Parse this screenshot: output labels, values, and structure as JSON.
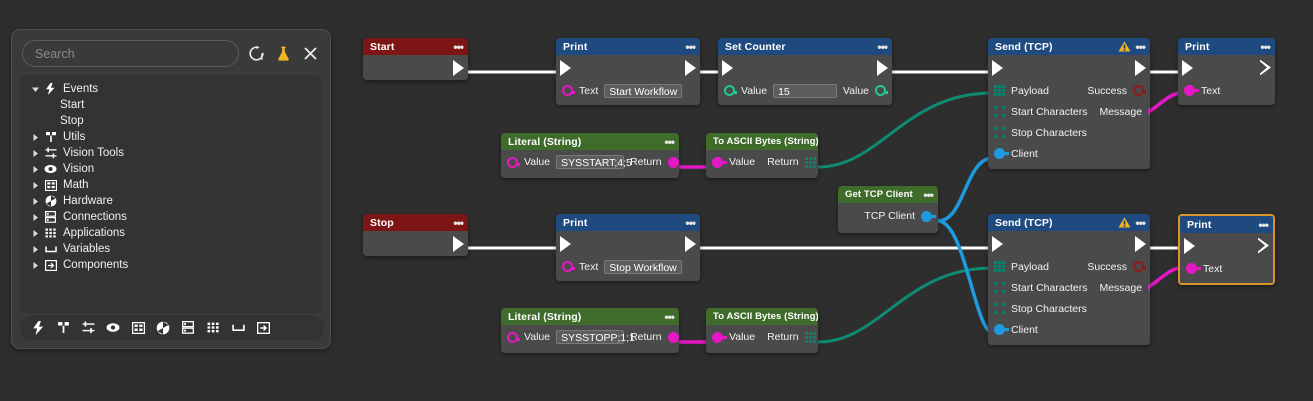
{
  "app": {
    "canvas_bg": "#2e2e2e",
    "accent_selection": "#d8932a"
  },
  "palette": {
    "search": {
      "placeholder": "Search",
      "value": ""
    },
    "header_icons": [
      {
        "name": "refresh-alert-icon",
        "label": "Reload"
      },
      {
        "name": "flask-icon",
        "label": "Experimental",
        "color": "#f0b323"
      },
      {
        "name": "close-icon",
        "label": "Close"
      }
    ],
    "tree": [
      {
        "label": "Events",
        "icon": "bolt-icon",
        "expanded": true,
        "depth": 0
      },
      {
        "label": "Start",
        "icon": "none",
        "leaf": true,
        "depth": 1
      },
      {
        "label": "Stop",
        "icon": "none",
        "leaf": true,
        "depth": 1
      },
      {
        "label": "Utils",
        "icon": "tools-icon",
        "expanded": false,
        "depth": 0
      },
      {
        "label": "Vision Tools",
        "icon": "sliders-icon",
        "expanded": false,
        "depth": 0
      },
      {
        "label": "Vision",
        "icon": "eye-icon",
        "expanded": false,
        "depth": 0
      },
      {
        "label": "Math",
        "icon": "calculator-icon",
        "expanded": false,
        "depth": 0
      },
      {
        "label": "Hardware",
        "icon": "aperture-icon",
        "expanded": false,
        "depth": 0
      },
      {
        "label": "Connections",
        "icon": "server-icon",
        "expanded": false,
        "depth": 0
      },
      {
        "label": "Applications",
        "icon": "grid-icon",
        "expanded": false,
        "depth": 0
      },
      {
        "label": "Variables",
        "icon": "bracket-icon",
        "expanded": false,
        "depth": 0
      },
      {
        "label": "Components",
        "icon": "import-icon",
        "expanded": false,
        "depth": 0
      }
    ],
    "toolbar_icons": [
      {
        "name": "bolt-icon"
      },
      {
        "name": "tools-icon"
      },
      {
        "name": "sliders-icon"
      },
      {
        "name": "eye-icon"
      },
      {
        "name": "calculator-icon"
      },
      {
        "name": "aperture-icon"
      },
      {
        "name": "server-icon"
      },
      {
        "name": "grid-icon"
      },
      {
        "name": "bracket-icon"
      },
      {
        "name": "import-icon"
      }
    ]
  },
  "nodes": {
    "start": {
      "title": "Start",
      "header": "red"
    },
    "print_start": {
      "title": "Print",
      "header": "blue",
      "text_label": "Text",
      "text_value": "Start Workflow"
    },
    "set_counter": {
      "title": "Set Counter",
      "header": "blue",
      "in_label": "Value",
      "in_value": "15",
      "out_label": "Value"
    },
    "send_tcp_top": {
      "title": "Send (TCP)",
      "header": "blue",
      "warning": true,
      "inputs": [
        "Payload",
        "Start Characters",
        "Stop Characters",
        "Client"
      ],
      "outputs": [
        "Success",
        "Message"
      ]
    },
    "print_top_right": {
      "title": "Print",
      "header": "blue",
      "text_label": "Text"
    },
    "literal_start": {
      "title": "Literal (String)",
      "header": "green",
      "in_label": "Value",
      "in_value": "SYSSTART;4;5",
      "out_label": "Return"
    },
    "ascii_start": {
      "title": "To ASCII Bytes (String)",
      "header": "green",
      "in_label": "Value",
      "out_label": "Return"
    },
    "get_tcp_client": {
      "title": "Get TCP Client",
      "header": "green",
      "out_label": "TCP Client"
    },
    "stop": {
      "title": "Stop",
      "header": "red"
    },
    "print_stop": {
      "title": "Print",
      "header": "blue",
      "text_label": "Text",
      "text_value": "Stop Workflow"
    },
    "send_tcp_bottom": {
      "title": "Send (TCP)",
      "header": "blue",
      "warning": true,
      "inputs": [
        "Payload",
        "Start Characters",
        "Stop Characters",
        "Client"
      ],
      "outputs": [
        "Success",
        "Message"
      ]
    },
    "print_bottom_right": {
      "title": "Print",
      "header": "blue",
      "text_label": "Text",
      "selected": true
    },
    "literal_stop": {
      "title": "Literal (String)",
      "header": "green",
      "in_label": "Value",
      "in_value": "SYSSTOPP;1;1",
      "out_label": "Return"
    },
    "ascii_stop": {
      "title": "To ASCII Bytes (String)",
      "header": "green",
      "in_label": "Value",
      "out_label": "Return"
    }
  },
  "wire_colors": {
    "exec": "#ffffff",
    "string": "#e617c4",
    "bytes": "#0f8a73",
    "client": "#1e9ae0"
  }
}
